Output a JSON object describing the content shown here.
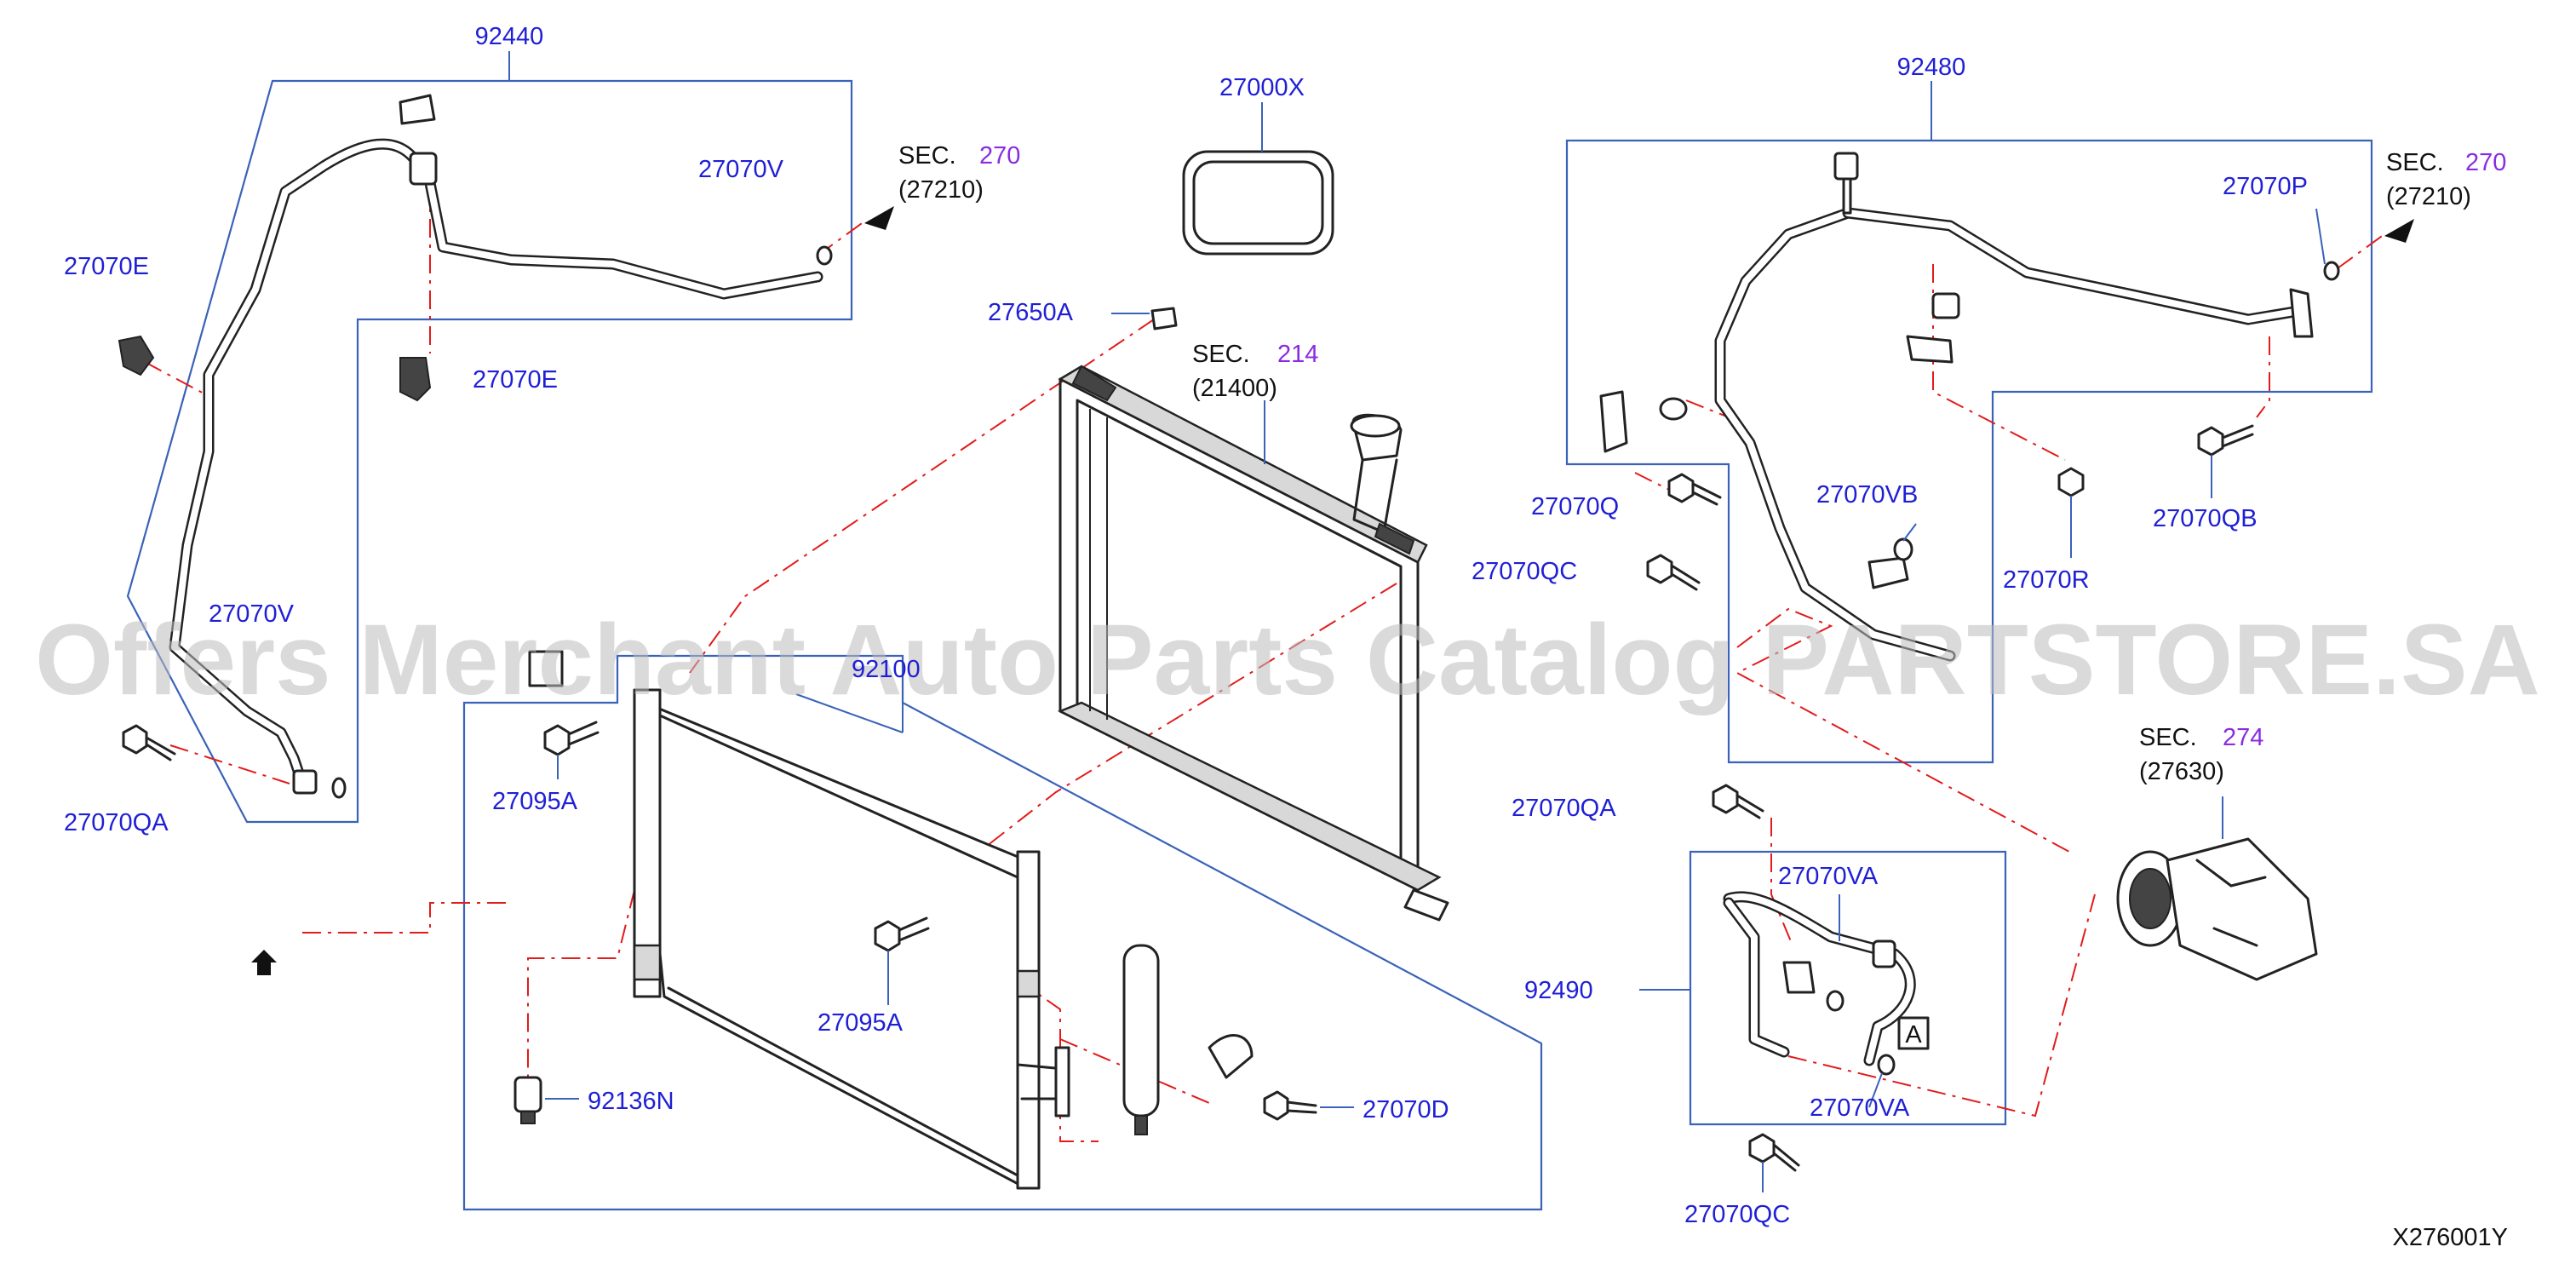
{
  "diagram_id": "X276001Y",
  "watermark": "Offers Merchant Auto Parts Catalog PARTSTORE.SA",
  "part_labels": {
    "p92440": "92440",
    "p27070E_a": "27070E",
    "p27070E_b": "27070E",
    "p27070V_a": "27070V",
    "p27070V_b": "27070V",
    "p27070QA_a": "27070QA",
    "p27095A_a": "27095A",
    "p27095A_b": "27095A",
    "p92100": "92100",
    "p92136N": "92136N",
    "p27000X": "27000X",
    "p27650A": "27650A",
    "p27070D": "27070D",
    "p92480": "92480",
    "p27070P": "27070P",
    "p27070Q": "27070Q",
    "p27070QC_a": "27070QC",
    "p27070VB": "27070VB",
    "p27070R": "27070R",
    "p27070QB": "27070QB",
    "p27070QA_b": "27070QA",
    "p27070VA_a": "27070VA",
    "p27070VA_b": "27070VA",
    "p92490": "92490",
    "p27070QC_b": "27070QC"
  },
  "section_refs": [
    {
      "prefix": "SEC.",
      "number": "270",
      "code": "(27210)"
    },
    {
      "prefix": "SEC.",
      "number": "214",
      "code": "(21400)"
    },
    {
      "prefix": "SEC.",
      "number": "270",
      "code": "(27210)"
    },
    {
      "prefix": "SEC.",
      "number": "274",
      "code": "(27630)"
    }
  ],
  "callout_marker": "A",
  "colors": {
    "part_number": "#1f1fd6",
    "section_number": "#8a2be2",
    "frame_line": "#3a62b8",
    "dash_line": "#e21b1b",
    "drawing": "#222222",
    "watermark": "#bdbdbd"
  },
  "icons": [
    "front-arrow-icon",
    "sec-flow-arrow-icon"
  ]
}
